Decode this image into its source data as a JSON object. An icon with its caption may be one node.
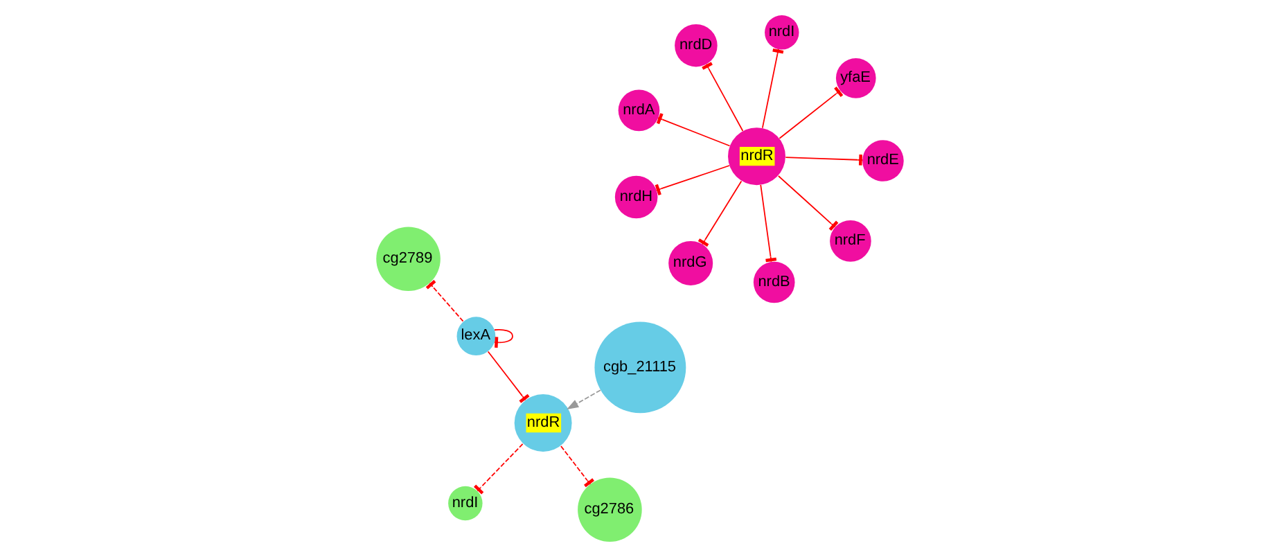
{
  "diagram": {
    "nodes": [
      {
        "text": [
          "nrdA"
        ]
      },
      {
        "text": [
          "yfaE"
        ]
      },
      {
        "text": [
          "nrdB"
        ]
      },
      {
        "text": [
          "nrdI"
        ]
      },
      {
        "text": [
          "nrdR"
        ]
      },
      {
        "text": [
          "nrdD"
        ]
      },
      {
        "text": [
          "nrdH"
        ]
      },
      {
        "text": [
          "nrdE"
        ]
      },
      {
        "text": [
          "nrdG"
        ]
      },
      {
        "text": [
          "nrdF"
        ]
      },
      {
        "text": [
          "nrdI"
        ]
      },
      {
        "text": [
          "nrdR"
        ]
      },
      {
        "text": [
          "cg2786"
        ]
      },
      {
        "text": [
          "cgb_21115"
        ]
      },
      {
        "text": [
          "lexA"
        ]
      },
      {
        "text": [
          "cg2789"
        ]
      }
    ],
    "edges": [
      {
        "from": 4,
        "to": 0,
        "arrow": "other"
      },
      {
        "from": 4,
        "to": 1,
        "arrow": "other"
      },
      {
        "from": 4,
        "to": 2,
        "arrow": "other"
      },
      {
        "from": 4,
        "to": 3,
        "arrow": "other"
      },
      {
        "from": 4,
        "to": 5,
        "arrow": "other"
      },
      {
        "from": 4,
        "to": 6,
        "arrow": "other"
      },
      {
        "from": 4,
        "to": 7,
        "arrow": "other"
      },
      {
        "from": 4,
        "to": 8,
        "arrow": "other"
      },
      {
        "from": 4,
        "to": 9,
        "arrow": "other"
      },
      {
        "from": 11,
        "to": 10,
        "arrow": "other",
        "style": "dashed"
      },
      {
        "from": 11,
        "to": 12,
        "arrow": "other",
        "style": "dashed"
      },
      {
        "from": 13,
        "to": 11,
        "arrow": "to",
        "style": "dashed",
        "color": "#999999"
      },
      {
        "from": 14,
        "to": 11,
        "arrow": "other"
      },
      {
        "from": 14,
        "to": 14,
        "arrow": "other"
      },
      {
        "from": 14,
        "to": 15,
        "arrow": "other",
        "style": "dashed"
      }
    ]
  }
}
